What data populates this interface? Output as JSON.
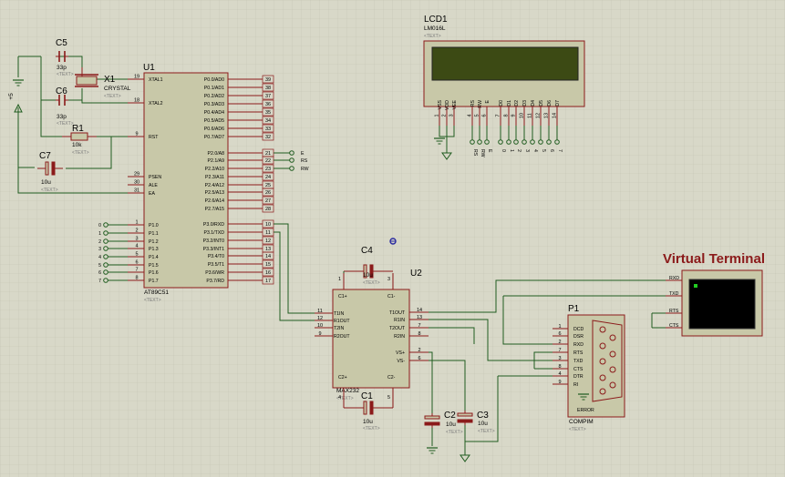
{
  "colors": {
    "background": "#d8d8c8",
    "grid": "#c6c6b4",
    "wire": "#1f5c1f",
    "component_outline": "#8b1a1a",
    "component_fill": "#c8c8a8",
    "lcd_screen": "#3c4a14",
    "terminal_screen": "#000000",
    "terminal_cursor": "#22cc22",
    "title_text": "#8b1a1a"
  },
  "placeholder": "<TEXT>",
  "components": {
    "c5": {
      "ref": "C5",
      "value": "33p"
    },
    "c6": {
      "ref": "C6",
      "value": "33p"
    },
    "c7": {
      "ref": "C7",
      "value": "10u"
    },
    "r1": {
      "ref": "R1",
      "value": "10k"
    },
    "x1": {
      "ref": "X1",
      "value": "CRYSTAL"
    },
    "u1": {
      "ref": "U1",
      "value": "AT89C51",
      "left_pins": [
        {
          "num": "19",
          "name": "XTAL1"
        },
        {
          "num": "18",
          "name": "XTAL2"
        },
        {
          "num": "9",
          "name": "RST"
        },
        {
          "num": "29",
          "name": "PSEN"
        },
        {
          "num": "30",
          "name": "ALE"
        },
        {
          "num": "31",
          "name": "EA"
        },
        {
          "num": "1",
          "name": "P1.0"
        },
        {
          "num": "2",
          "name": "P1.1"
        },
        {
          "num": "3",
          "name": "P1.2"
        },
        {
          "num": "4",
          "name": "P1.3"
        },
        {
          "num": "5",
          "name": "P1.4"
        },
        {
          "num": "6",
          "name": "P1.5"
        },
        {
          "num": "7",
          "name": "P1.6"
        },
        {
          "num": "8",
          "name": "P1.7"
        }
      ],
      "right_pins": [
        {
          "num": "39",
          "name": "P0.0/AD0"
        },
        {
          "num": "38",
          "name": "P0.1/AD1"
        },
        {
          "num": "37",
          "name": "P0.2/AD2"
        },
        {
          "num": "36",
          "name": "P0.3/AD3"
        },
        {
          "num": "35",
          "name": "P0.4/AD4"
        },
        {
          "num": "34",
          "name": "P0.5/AD5"
        },
        {
          "num": "33",
          "name": "P0.6/AD6"
        },
        {
          "num": "32",
          "name": "P0.7/AD7"
        },
        {
          "num": "21",
          "name": "P2.0/A8"
        },
        {
          "num": "22",
          "name": "P2.1/A9"
        },
        {
          "num": "23",
          "name": "P2.2/A10"
        },
        {
          "num": "24",
          "name": "P2.3/A11"
        },
        {
          "num": "25",
          "name": "P2.4/A12"
        },
        {
          "num": "26",
          "name": "P2.5/A13"
        },
        {
          "num": "27",
          "name": "P2.6/A14"
        },
        {
          "num": "28",
          "name": "P2.7/A15"
        },
        {
          "num": "10",
          "name": "P3.0/RXD"
        },
        {
          "num": "11",
          "name": "P3.1/TXD"
        },
        {
          "num": "12",
          "name": "P3.2/INT0"
        },
        {
          "num": "13",
          "name": "P3.3/INT1"
        },
        {
          "num": "14",
          "name": "P3.4/T0"
        },
        {
          "num": "15",
          "name": "P3.5/T1"
        },
        {
          "num": "16",
          "name": "P3.6/WR"
        },
        {
          "num": "17",
          "name": "P3.7/RD"
        }
      ]
    },
    "lcd1": {
      "ref": "LCD1",
      "value": "LM016L",
      "pins": [
        {
          "num": "1",
          "name": "VSS"
        },
        {
          "num": "2",
          "name": "VDD"
        },
        {
          "num": "3",
          "name": "VEE"
        },
        {
          "num": "4",
          "name": "RS"
        },
        {
          "num": "5",
          "name": "RW"
        },
        {
          "num": "6",
          "name": "E"
        },
        {
          "num": "7",
          "name": "D0"
        },
        {
          "num": "8",
          "name": "D1"
        },
        {
          "num": "9",
          "name": "D2"
        },
        {
          "num": "10",
          "name": "D3"
        },
        {
          "num": "11",
          "name": "D4"
        },
        {
          "num": "12",
          "name": "D5"
        },
        {
          "num": "13",
          "name": "D6"
        },
        {
          "num": "14",
          "name": "D7"
        }
      ],
      "terminal_labels": [
        "RS",
        "RW",
        "E",
        "0",
        "1",
        "2",
        "3",
        "4",
        "5",
        "6",
        "7"
      ]
    },
    "p2_labels": [
      "E",
      "RS",
      "RW"
    ],
    "p1_terminal_labels": [
      "0",
      "1",
      "2",
      "3",
      "4",
      "5",
      "6",
      "7"
    ],
    "u2": {
      "ref": "U2",
      "value": "MAX232",
      "top_labels": [
        "C1+",
        "C1-"
      ],
      "bottom_labels": [
        "C2+",
        "C2-"
      ],
      "top_pins": [
        "1",
        "3"
      ],
      "bottom_pins": [
        "4",
        "5"
      ],
      "left_pins": [
        {
          "num": "11",
          "name": "T1IN"
        },
        {
          "num": "12",
          "name": "R1OUT"
        },
        {
          "num": "10",
          "name": "T2IN"
        },
        {
          "num": "9",
          "name": "R2OUT"
        }
      ],
      "right_pins": [
        {
          "num": "14",
          "name": "T1OUT"
        },
        {
          "num": "13",
          "name": "R1IN"
        },
        {
          "num": "7",
          "name": "T2OUT"
        },
        {
          "num": "8",
          "name": "R2IN"
        },
        {
          "num": "2",
          "name": "VS+"
        },
        {
          "num": "6",
          "name": "VS-"
        }
      ]
    },
    "c1": {
      "ref": "C1",
      "value": "10u"
    },
    "c2": {
      "ref": "C2",
      "value": "10u"
    },
    "c3": {
      "ref": "C3",
      "value": "10u"
    },
    "c4": {
      "ref": "C4",
      "value": "10u"
    },
    "p1": {
      "ref": "P1",
      "value": "COMPIM",
      "error": "ERROR",
      "pins": [
        {
          "num": "1",
          "name": "DCD"
        },
        {
          "num": "6",
          "name": "DSR"
        },
        {
          "num": "2",
          "name": "RXD"
        },
        {
          "num": "7",
          "name": "RTS"
        },
        {
          "num": "3",
          "name": "TXD"
        },
        {
          "num": "8",
          "name": "CTS"
        },
        {
          "num": "4",
          "name": "DTR"
        },
        {
          "num": "9",
          "name": "RI"
        }
      ]
    },
    "virtual_terminal": {
      "title": "Virtual Terminal",
      "pins": [
        "RXD",
        "TXD",
        "RTS",
        "CTS"
      ]
    },
    "power_label": "+5"
  }
}
